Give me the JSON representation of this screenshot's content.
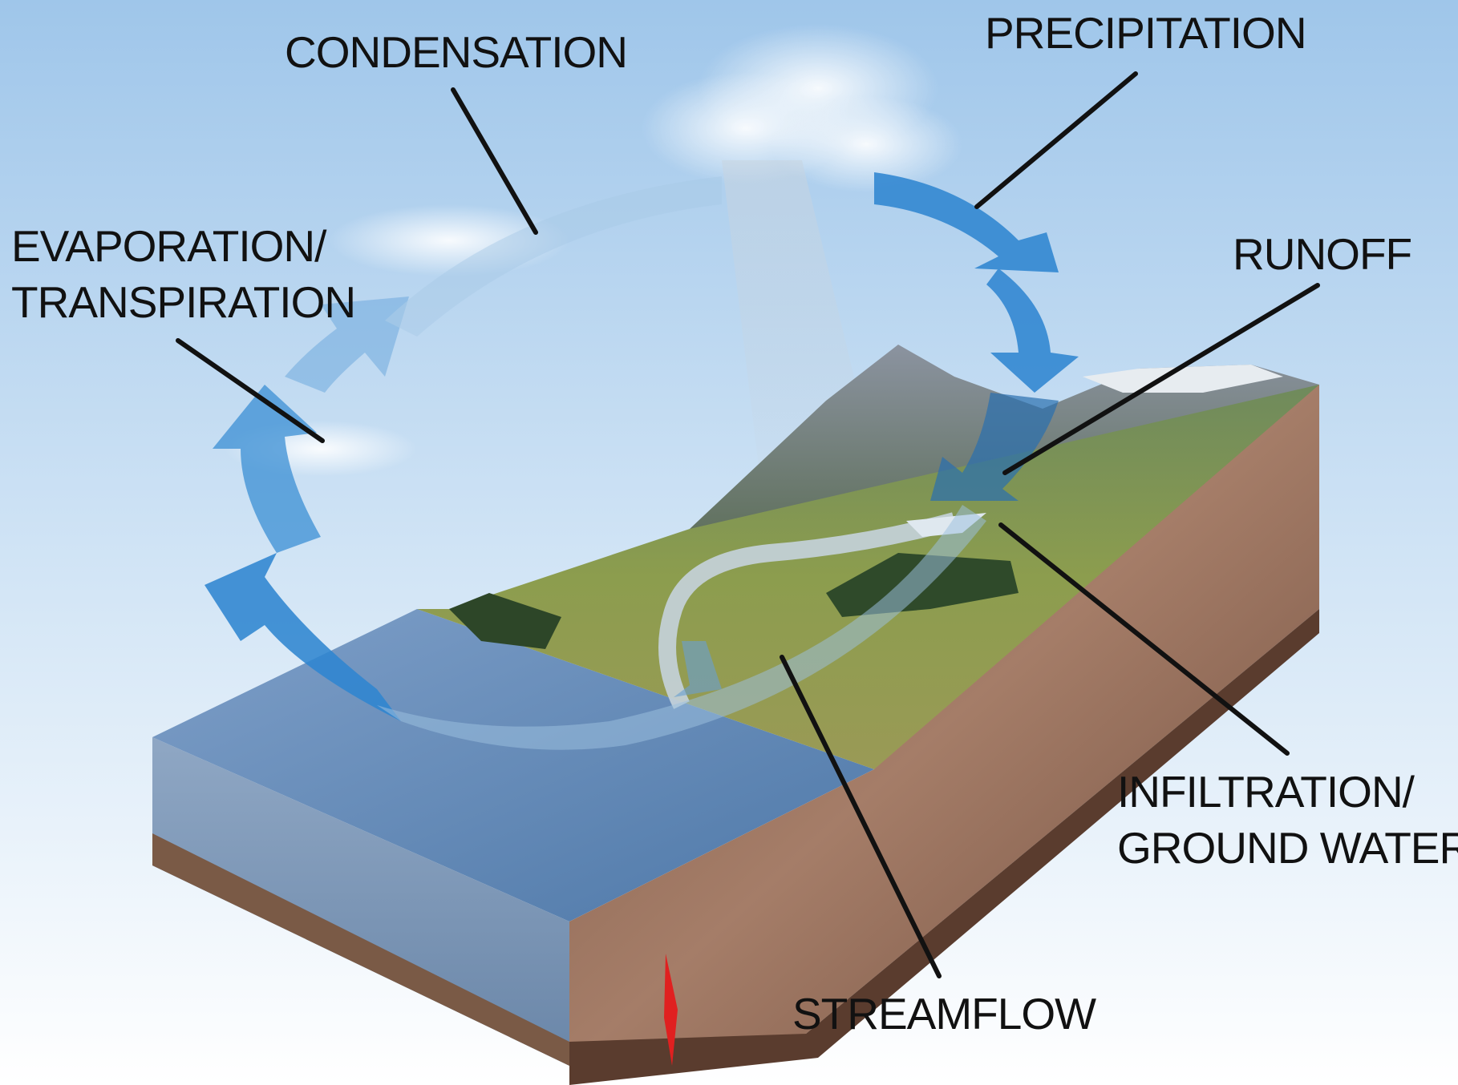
{
  "labels": {
    "condensation": "CONDENSATION",
    "precipitation": "PRECIPITATION",
    "evaporation": [
      "EVAPORATION/",
      "TRANSPIRATION"
    ],
    "runoff": "RUNOFF",
    "infiltration": [
      "INFILTRATION/",
      "GROUND WATER"
    ],
    "streamflow": "STREAMFLOW"
  },
  "colors": {
    "sky_top": "#9cc4e8",
    "sky_bottom": "#ffffff",
    "ocean": "#5f87b5",
    "arrow_blue": "#2f86d1",
    "land": "#7f934a",
    "soil": "#8a6650",
    "leader_line": "#111111"
  }
}
